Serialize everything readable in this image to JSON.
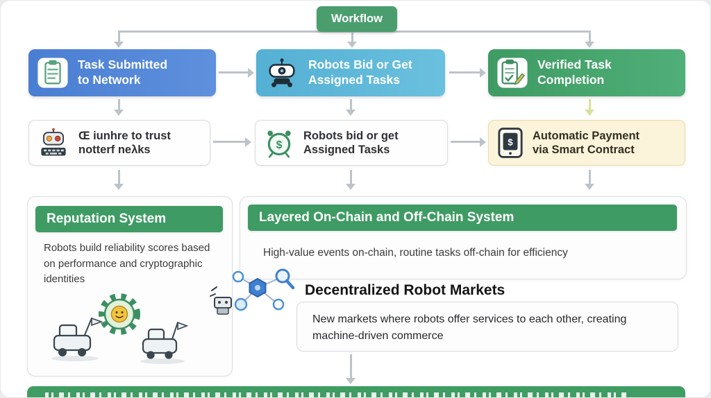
{
  "header": {
    "workflow_label": "Workflow"
  },
  "flow_row1": [
    {
      "name": "task-submitted-to-network",
      "icon": "clipboard-icon",
      "line1": "Task Submitted",
      "line2": "to Network"
    },
    {
      "name": "robots-bid-or-get-assigned",
      "icon": "robot-icon",
      "line1": "Robots Bid or Get",
      "line2": "Assigned Tasks"
    },
    {
      "name": "verified-task-completion",
      "icon": "checklist-pen-icon",
      "line1": "Verified Task",
      "line2": "Completion"
    }
  ],
  "flow_row2": [
    {
      "name": "garbled-trust-note",
      "icon": "robot-keyboard-icon",
      "line1": "Œ iunhre to trust",
      "line2": "notterf neλks"
    },
    {
      "name": "robots-bid-assigned-tasks",
      "icon": "alarm-clock-dollar-icon",
      "line1": "Robots bid or get",
      "line2": "Assigned Tasks"
    },
    {
      "name": "automatic-payment-smart-contract",
      "icon": "tablet-dollar-icon",
      "line1": "Automatic Payment",
      "line2": "via Smart Contract"
    }
  ],
  "reputation_panel": {
    "title": "Reputation System",
    "body": "Robots build reliability scores based on performance and cryptographic identities"
  },
  "layered_panel": {
    "title": "Layered On-Chain and Off-Chain System",
    "body": "High-value events on-chain, routine tasks off-chain for efficiency"
  },
  "markets": {
    "title": "Decentralized Robot Markets",
    "body": "New markets where robots offer services to each other, creating machine-driven commerce"
  },
  "colors": {
    "blue_node": "#4a7ed2",
    "teal_node": "#58b3d6",
    "green_node": "#3e9b63",
    "yellow_node_bg": "#fbf4da",
    "panel_header_green": "#3e9b63",
    "workflow_chip_green": "#4a9e6d",
    "arrow_gray": "#bcc3c9",
    "arrow_accent_yellow_green": "#d9e09c"
  }
}
